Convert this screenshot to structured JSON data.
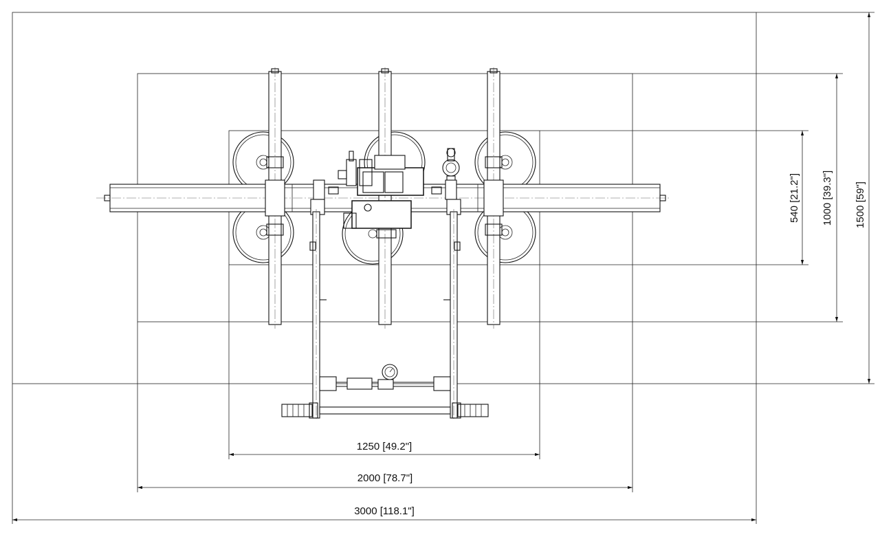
{
  "colors": {
    "line": "#111111",
    "background": "#ffffff"
  },
  "dimensions": {
    "width_1250": "1250 [49.2\"]",
    "width_2000": "2000 [78.7\"]",
    "width_3000": "3000 [118.1\"]",
    "height_540": "540 [21.2\"]",
    "height_1000": "1000 [39.3\"]",
    "height_1500": "1500 [59\"]"
  }
}
